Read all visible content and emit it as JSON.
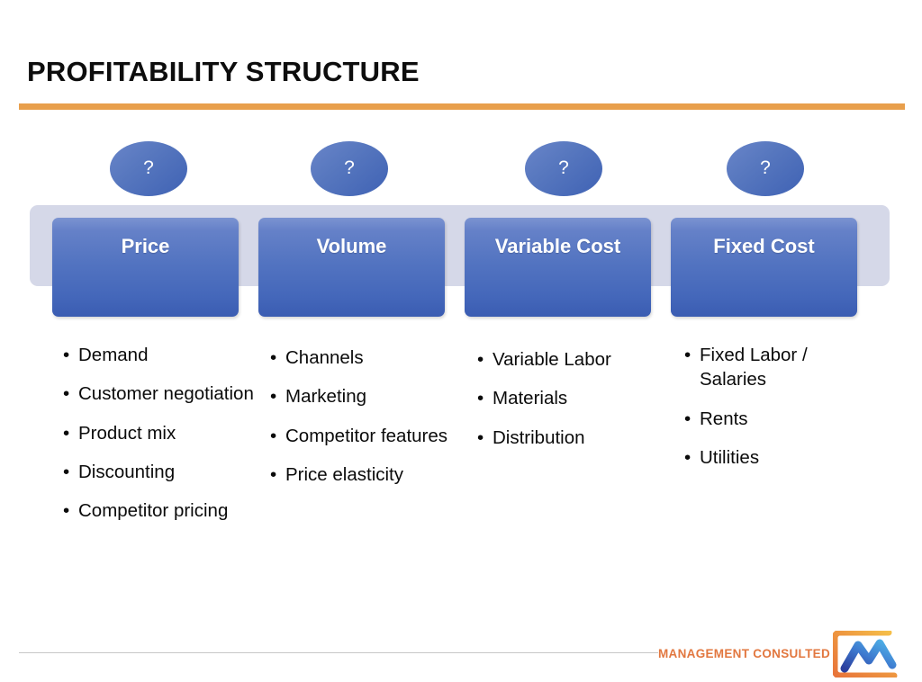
{
  "slide": {
    "title": "PROFITABILITY STRUCTURE",
    "accent_color": "#E89F4C",
    "box_color": "#4467BA",
    "band_color": "#D5D8E8"
  },
  "question_markers": [
    {
      "label": "?",
      "name": "question-ellipse-price"
    },
    {
      "label": "?",
      "name": "question-ellipse-volume"
    },
    {
      "label": "?",
      "name": "question-ellipse-variable-cost"
    },
    {
      "label": "?",
      "name": "question-ellipse-fixed-cost"
    }
  ],
  "pillars": [
    {
      "label": "Price",
      "bullets": [
        "Demand",
        "Customer negotiation",
        "Product mix",
        "Discounting",
        "Competitor pricing"
      ]
    },
    {
      "label": "Volume",
      "bullets": [
        "Channels",
        "Marketing",
        "Competitor features",
        "Price elasticity"
      ]
    },
    {
      "label": "Variable Cost",
      "bullets": [
        "Variable Labor",
        "Materials",
        "Distribution"
      ]
    },
    {
      "label": "Fixed Cost",
      "bullets": [
        "Fixed Labor / Salaries",
        "Rents",
        "Utilities"
      ]
    }
  ],
  "footer": {
    "brand": "MANAGEMENT CONSULTED",
    "brand_color": "#E2773F",
    "logo_name": "management-consulted-logo"
  }
}
